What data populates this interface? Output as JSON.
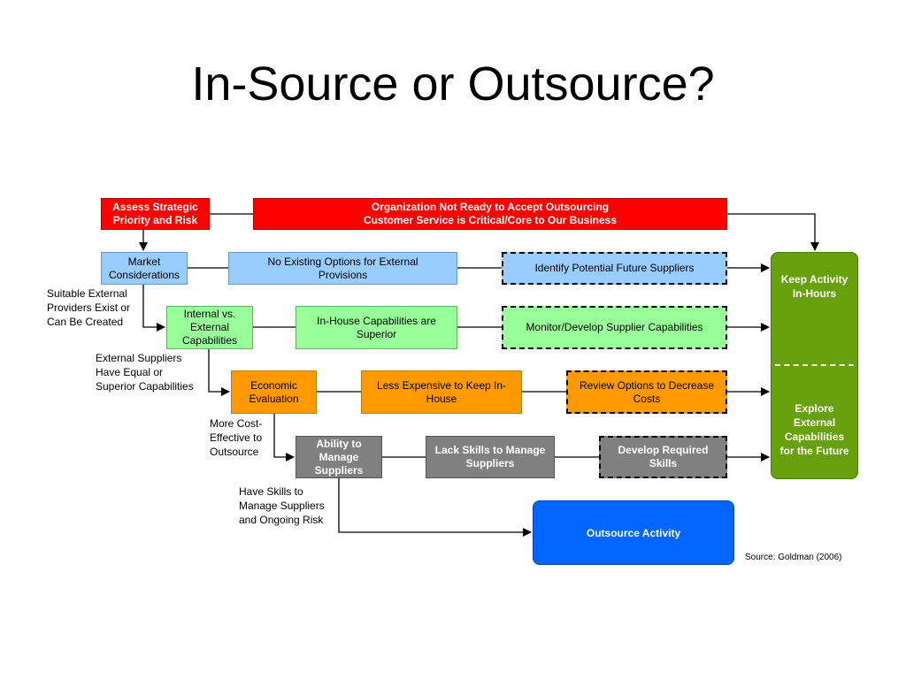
{
  "title": "In-Source or Outsource?",
  "source": "Source: Goldman (2006)",
  "nodes": {
    "assess": "Assess Strategic\nPriority and Risk",
    "not_ready": "Organization Not Ready to Accept Outsourcing\nCustomer Service is Critical/Core to Our Business",
    "market": "Market\nConsiderations",
    "no_options": "No Existing Options for External\nProvisions",
    "identify": "Identify Potential Future Suppliers",
    "internal": "Internal vs.\nExternal\nCapabilities",
    "inhouse": "In-House Capabilities are\nSuperior",
    "monitor": "Monitor/Develop Supplier Capabilities",
    "economic": "Economic\nEvaluation",
    "less_expensive": "Less Expensive to Keep In-\nHouse",
    "review": "Review Options to Decrease\nCosts",
    "ability": "Ability to\nManage\nSuppliers",
    "lack_skills": "Lack Skills to Manage\nSuppliers",
    "develop": "Develop Required\nSkills",
    "outsource": "Outsource Activity",
    "keep": "Keep Activity\nIn-Hours",
    "explore": "Explore\nExternal\nCapabilities\nfor the Future"
  },
  "labels": {
    "suitable": "Suitable External\nProviders Exist or\nCan Be Created",
    "equal": "External Suppliers\nHave Equal or\nSuperior Capabilities",
    "cost": "More Cost-\nEffective to\nOutsource",
    "skills": "Have Skills to\nManage Suppliers\nand Ongoing Risk"
  },
  "colors": {
    "red": "#ff0000",
    "blue": "#99ccff",
    "green": "#99ff99",
    "orange": "#ff9900",
    "grey": "#808080",
    "outsource_blue": "#0066ff",
    "keep_green": "#66a00a"
  }
}
